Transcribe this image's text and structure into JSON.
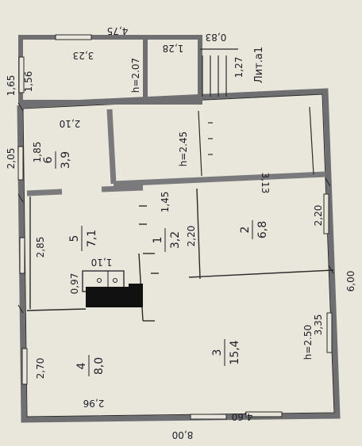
{
  "title": "Лит.а1",
  "colors": {
    "paper": "#e9e6dc",
    "wall": "#8a8a8c",
    "ink": "#1f1f28",
    "stove": "#111111"
  },
  "rooms": [
    {
      "id": "1",
      "number": "1",
      "area": "3,2"
    },
    {
      "id": "2",
      "number": "2",
      "area": "6,8"
    },
    {
      "id": "3",
      "number": "3",
      "area": "15,4"
    },
    {
      "id": "4",
      "number": "4",
      "area": "8,0"
    },
    {
      "id": "5",
      "number": "5",
      "area": "7,1"
    },
    {
      "id": "6",
      "number": "6",
      "area": "3,9"
    }
  ],
  "heights": {
    "main": "h=2.50",
    "veranda": "h=2.45",
    "porch": "h=2.07"
  },
  "dimensions": {
    "outer_width": "8,00",
    "outer_length": "6,00",
    "top_205": "2,05",
    "top_165": "1,65",
    "left_185": "1,85",
    "left_285": "2,85",
    "left_270": "2,70",
    "left_296": "2,96",
    "left_460": "4,60",
    "room6_210": "2,10",
    "stove_110": "1,10",
    "stove_097": "0,97",
    "mid_145": "1,45",
    "mid_220": "2,20",
    "right_220": "2,20",
    "right_313": "3,13",
    "right_335": "3,35",
    "porch_475": "4,75",
    "porch_323": "3,23",
    "porch_156": "1,56",
    "porch_128": "1,28",
    "porch_083": "0,83",
    "porch_127": "1,27"
  }
}
